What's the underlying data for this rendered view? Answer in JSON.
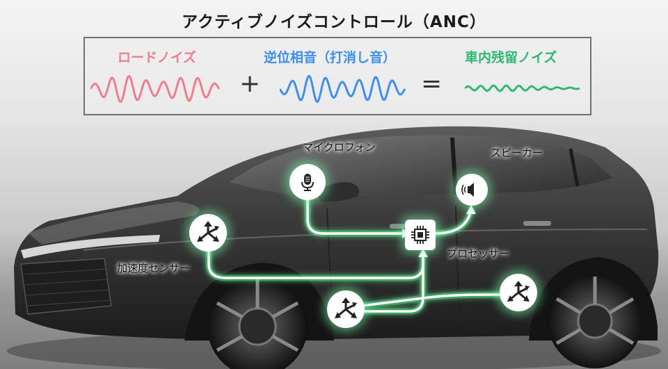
{
  "title": "アクティブノイズコントロール（ANC）",
  "formula": {
    "road_noise_label": "ロードノイズ",
    "anti_phase_label": "逆位相音（打消し音）",
    "residual_noise_label": "車内残留ノイズ",
    "plus_symbol": "+",
    "equals_symbol": "="
  },
  "components": {
    "microphone_label": "マイクロフォン",
    "speaker_label": "スピーカー",
    "processor_label": "プロセッサー",
    "accel_sensor_label": "加速度センサー"
  },
  "colors": {
    "road_noise": "#f07d8c",
    "anti_phase": "#3d8ef0",
    "residual_noise": "#2fb874",
    "signal_line": "#ffffff",
    "signal_glow": "#5cf08e"
  },
  "icons": [
    "microphone-icon",
    "speaker-icon",
    "processor-chip-icon",
    "accelerometer-icon"
  ]
}
